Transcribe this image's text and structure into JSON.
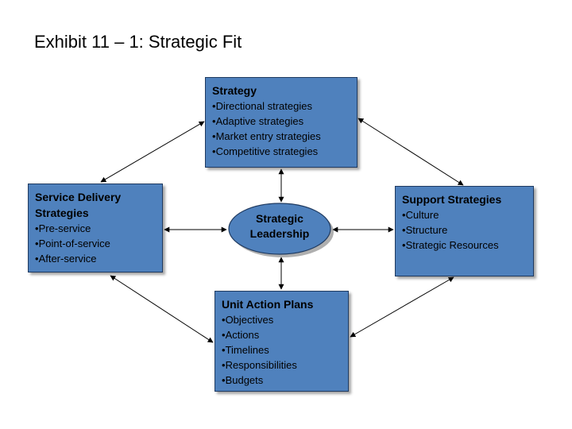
{
  "title": "Exhibit 11 – 1:  Strategic Fit",
  "colors": {
    "box_fill": "#4f81bd",
    "box_border": "#1f3a60",
    "arrow": "#000000"
  },
  "strategy": {
    "heading": "Strategy",
    "items": [
      "Directional strategies",
      "Adaptive strategies",
      "Market entry strategies",
      "Competitive strategies"
    ]
  },
  "service_delivery": {
    "heading_line1": "Service Delivery",
    "heading_line2": "Strategies",
    "items": [
      "Pre-service",
      "Point-of-service",
      "After-service"
    ]
  },
  "support": {
    "heading": "Support Strategies",
    "items": [
      "Culture",
      "Structure",
      "Strategic Resources"
    ]
  },
  "unit_action": {
    "heading": "Unit Action Plans",
    "items": [
      "Objectives",
      "Actions",
      "Timelines",
      "Responsibilities",
      "Budgets"
    ]
  },
  "center": {
    "line1": "Strategic",
    "line2": "Leadership"
  }
}
